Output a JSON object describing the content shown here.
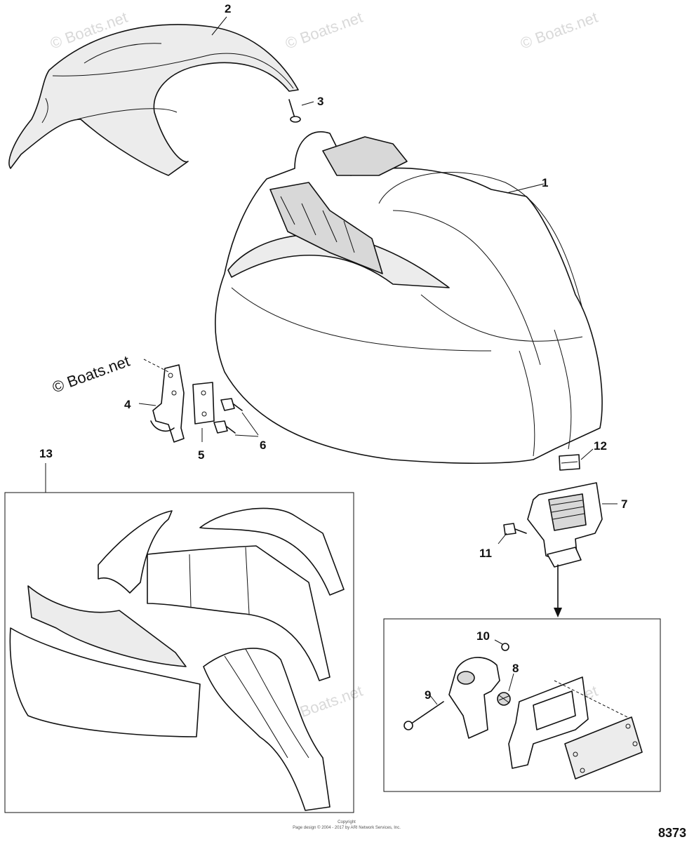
{
  "callouts": {
    "c1": "1",
    "c2": "2",
    "c3": "3",
    "c4": "4",
    "c5": "5",
    "c6": "6",
    "c7": "7",
    "c8": "8",
    "c9": "9",
    "c10": "10",
    "c11": "11",
    "c12": "12",
    "c13": "13"
  },
  "watermark": "© Boats.net",
  "copyright_label": "© Boats.net",
  "footer": {
    "line1": "Copyright",
    "line2": "Page design © 2004 - 2017 by ARI Network Services, Inc."
  },
  "diagram_ref": "8373"
}
